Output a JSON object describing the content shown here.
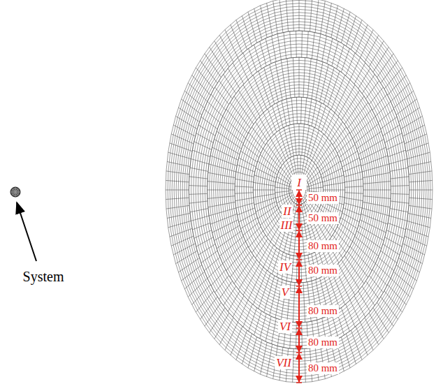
{
  "diagram": {
    "labels": [
      "System",
      "I",
      "50 mm",
      "II",
      "50 mm",
      "III",
      "80 mm",
      "IV",
      "80 mm",
      "V",
      "80 mm",
      "VI",
      "80 mm",
      "VII",
      "80 mm"
    ]
  }
}
